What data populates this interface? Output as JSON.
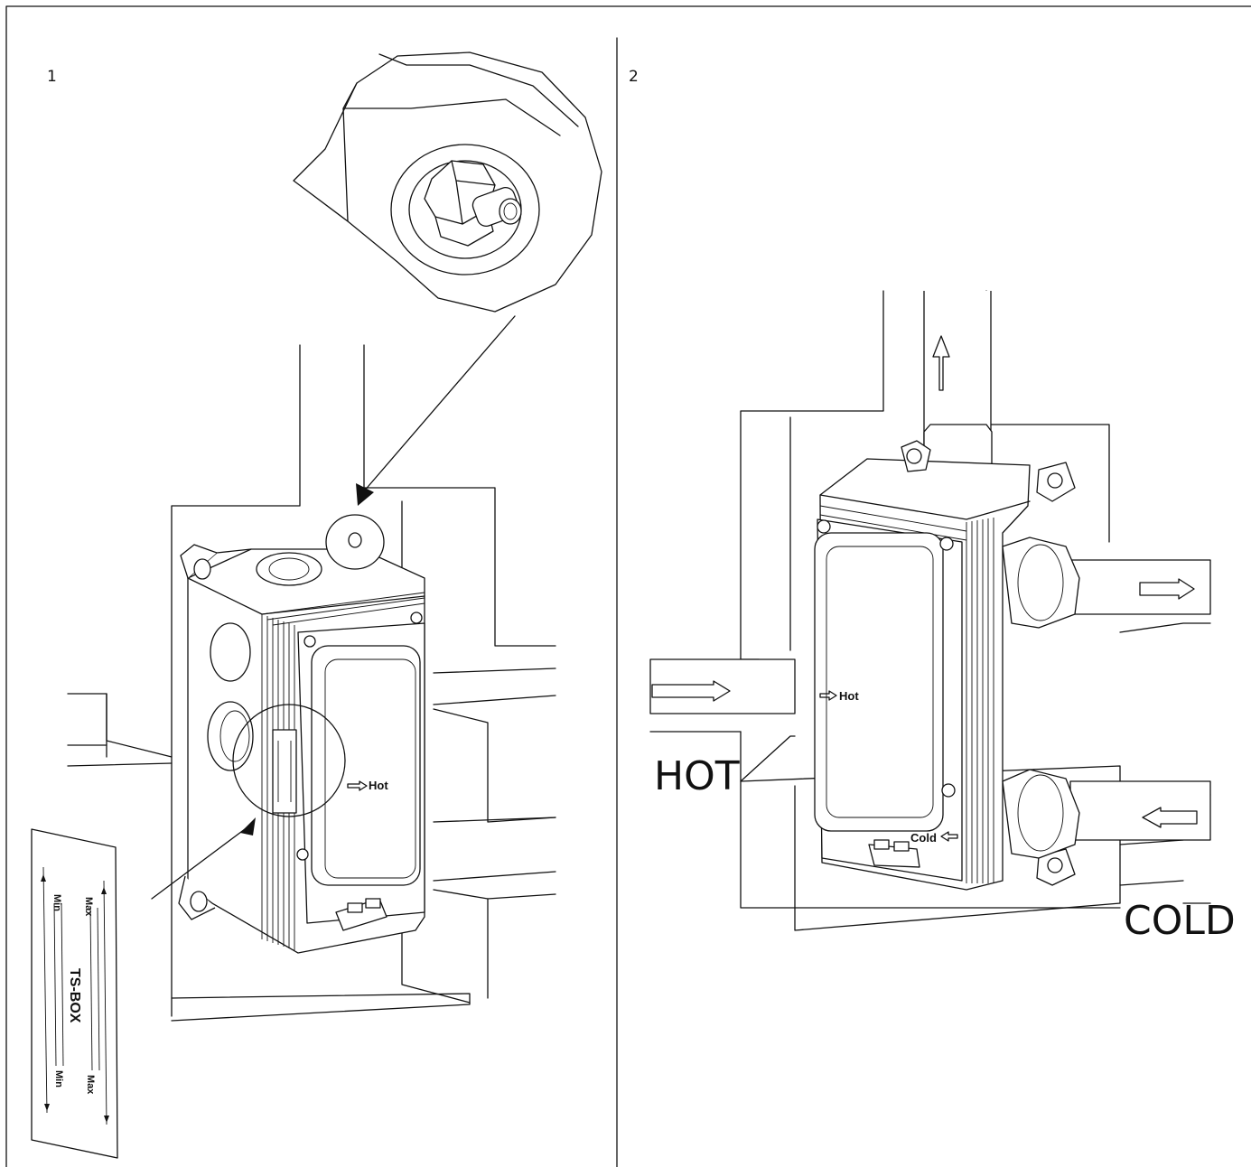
{
  "panels": [
    {
      "number": "1"
    },
    {
      "number": "2"
    }
  ],
  "labels": {
    "hot_box_panel1": "Hot",
    "hot_box_panel2": "Hot",
    "cold_box_panel2": "Cold",
    "hot_pipe": "HOT",
    "cold_pipe": "COLD"
  },
  "card": {
    "title": "TS-BOX",
    "max_top": "Max",
    "min_top": "Min",
    "max_bottom": "Max",
    "min_bottom": "Min"
  }
}
